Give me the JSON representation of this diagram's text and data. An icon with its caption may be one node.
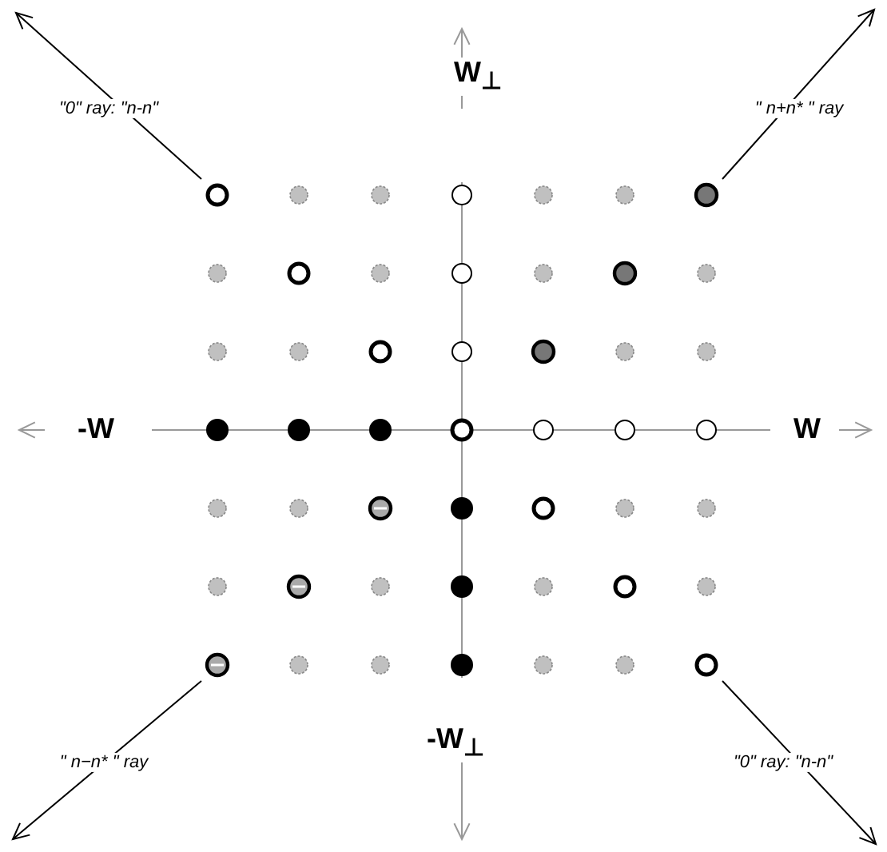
{
  "diagram": {
    "labels": [
      "\"0\" ray: \"n-n\"",
      "W$_{⊥}$",
      "\" n+n* \" ray",
      "-W",
      "W",
      "\" n−n* \" ray",
      "-W$_{⊥}$",
      "\"0\" ray: \"n-n\""
    ]
  }
}
